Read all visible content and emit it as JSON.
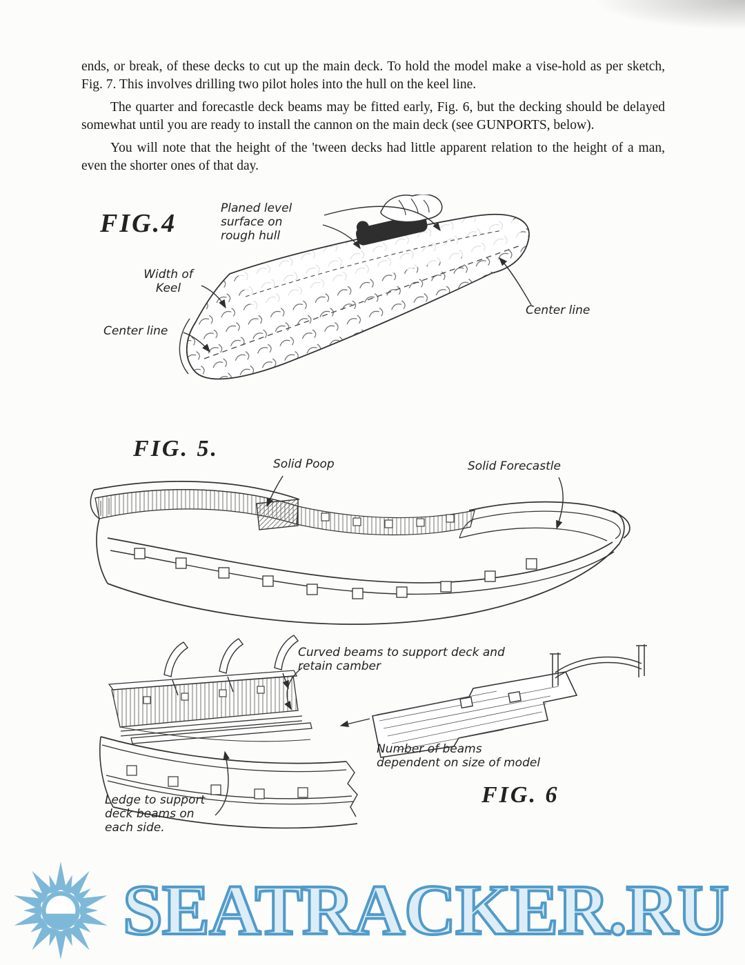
{
  "document": {
    "paragraphs": [
      "ends, or break, of these decks to cut up the main deck. To hold the model make a vise-hold as per sketch, Fig. 7. This involves drilling two pilot holes into the hull on the keel line.",
      "The quarter and forecastle deck beams may be fitted early, Fig. 6, but the decking should be delayed somewhat until you are ready to install the cannon on the main deck (see GUNPORTS, below).",
      "You will note that the height of the 'tween decks had little apparent relation to the height of a man, even the shorter ones of that day."
    ]
  },
  "fig4": {
    "label": "FIG.4",
    "annotations": {
      "planed": "Planed level\nsurface on\nrough hull",
      "width_of_keel": "Width of\nKeel",
      "center_line_left": "Center line",
      "center_line_right": "Center line"
    }
  },
  "fig5": {
    "label": "FIG. 5.",
    "annotations": {
      "solid_poop": "Solid Poop",
      "solid_forecastle": "Solid Forecastle"
    }
  },
  "fig6": {
    "label": "FIG. 6",
    "annotations": {
      "curved_beams": "Curved beams to support deck and\nretain camber",
      "number_of_beams": "Number of beams\ndependent on size of model",
      "ledge": "Ledge to support\ndeck beams on\neach side."
    }
  },
  "watermark": {
    "text": "SEATRACKER.RU",
    "color": "#519bc9"
  }
}
